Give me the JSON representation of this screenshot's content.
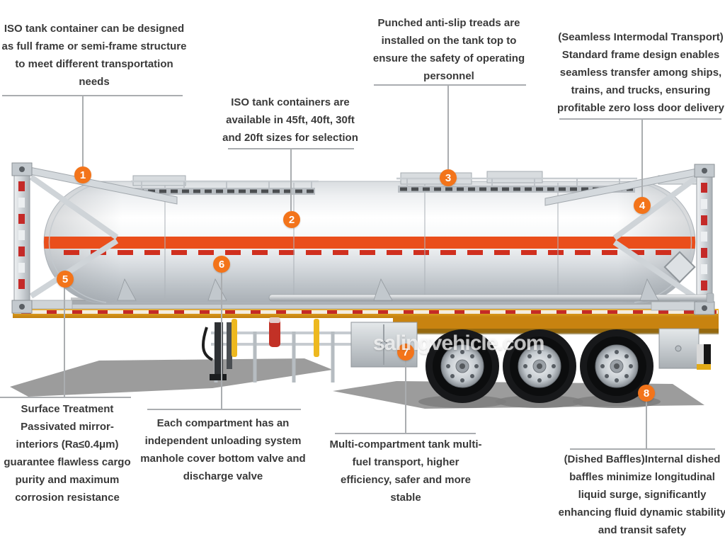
{
  "title": "ISO tank container trailer feature diagram",
  "watermark": "salingvehicle.com",
  "colors": {
    "badge_orange": "#f3741a",
    "tank_stripe": "#ea4e1b",
    "chassis_yellow": "#e9a41f",
    "callout_line": "#aaadb0",
    "text": "#3a3a3a"
  },
  "callouts": [
    {
      "number": "1",
      "text": "ISO tank container can be designed as full frame or semi-frame structure to meet different transportation needs"
    },
    {
      "number": "2",
      "text": "ISO tank containers are available in 45ft, 40ft, 30ft and 20ft sizes for selection"
    },
    {
      "number": "3",
      "text": "Punched anti-slip treads are installed on the tank top to ensure the safety of operating personnel"
    },
    {
      "number": "4",
      "text": "(Seamless Intermodal Transport) Standard frame design enables seamless transfer among ships, trains, and trucks, ensuring profitable zero loss door delivery"
    },
    {
      "number": "5",
      "text": "Surface Treatment Passivated mirror-interiors (Ra≤0.4μm) guarantee flawless cargo purity and maximum corrosion resistance"
    },
    {
      "number": "6",
      "text": "Each compartment has an independent unloading system manhole cover bottom valve and discharge valve"
    },
    {
      "number": "7",
      "text": "Multi-compartment tank multi-fuel transport, higher efficiency, safer and more stable"
    },
    {
      "number": "8",
      "text": "(Dished Baffles)Internal dished baffles minimize longitudinal liquid surge, significantly enhancing fluid dynamic stability and transit safety"
    }
  ]
}
